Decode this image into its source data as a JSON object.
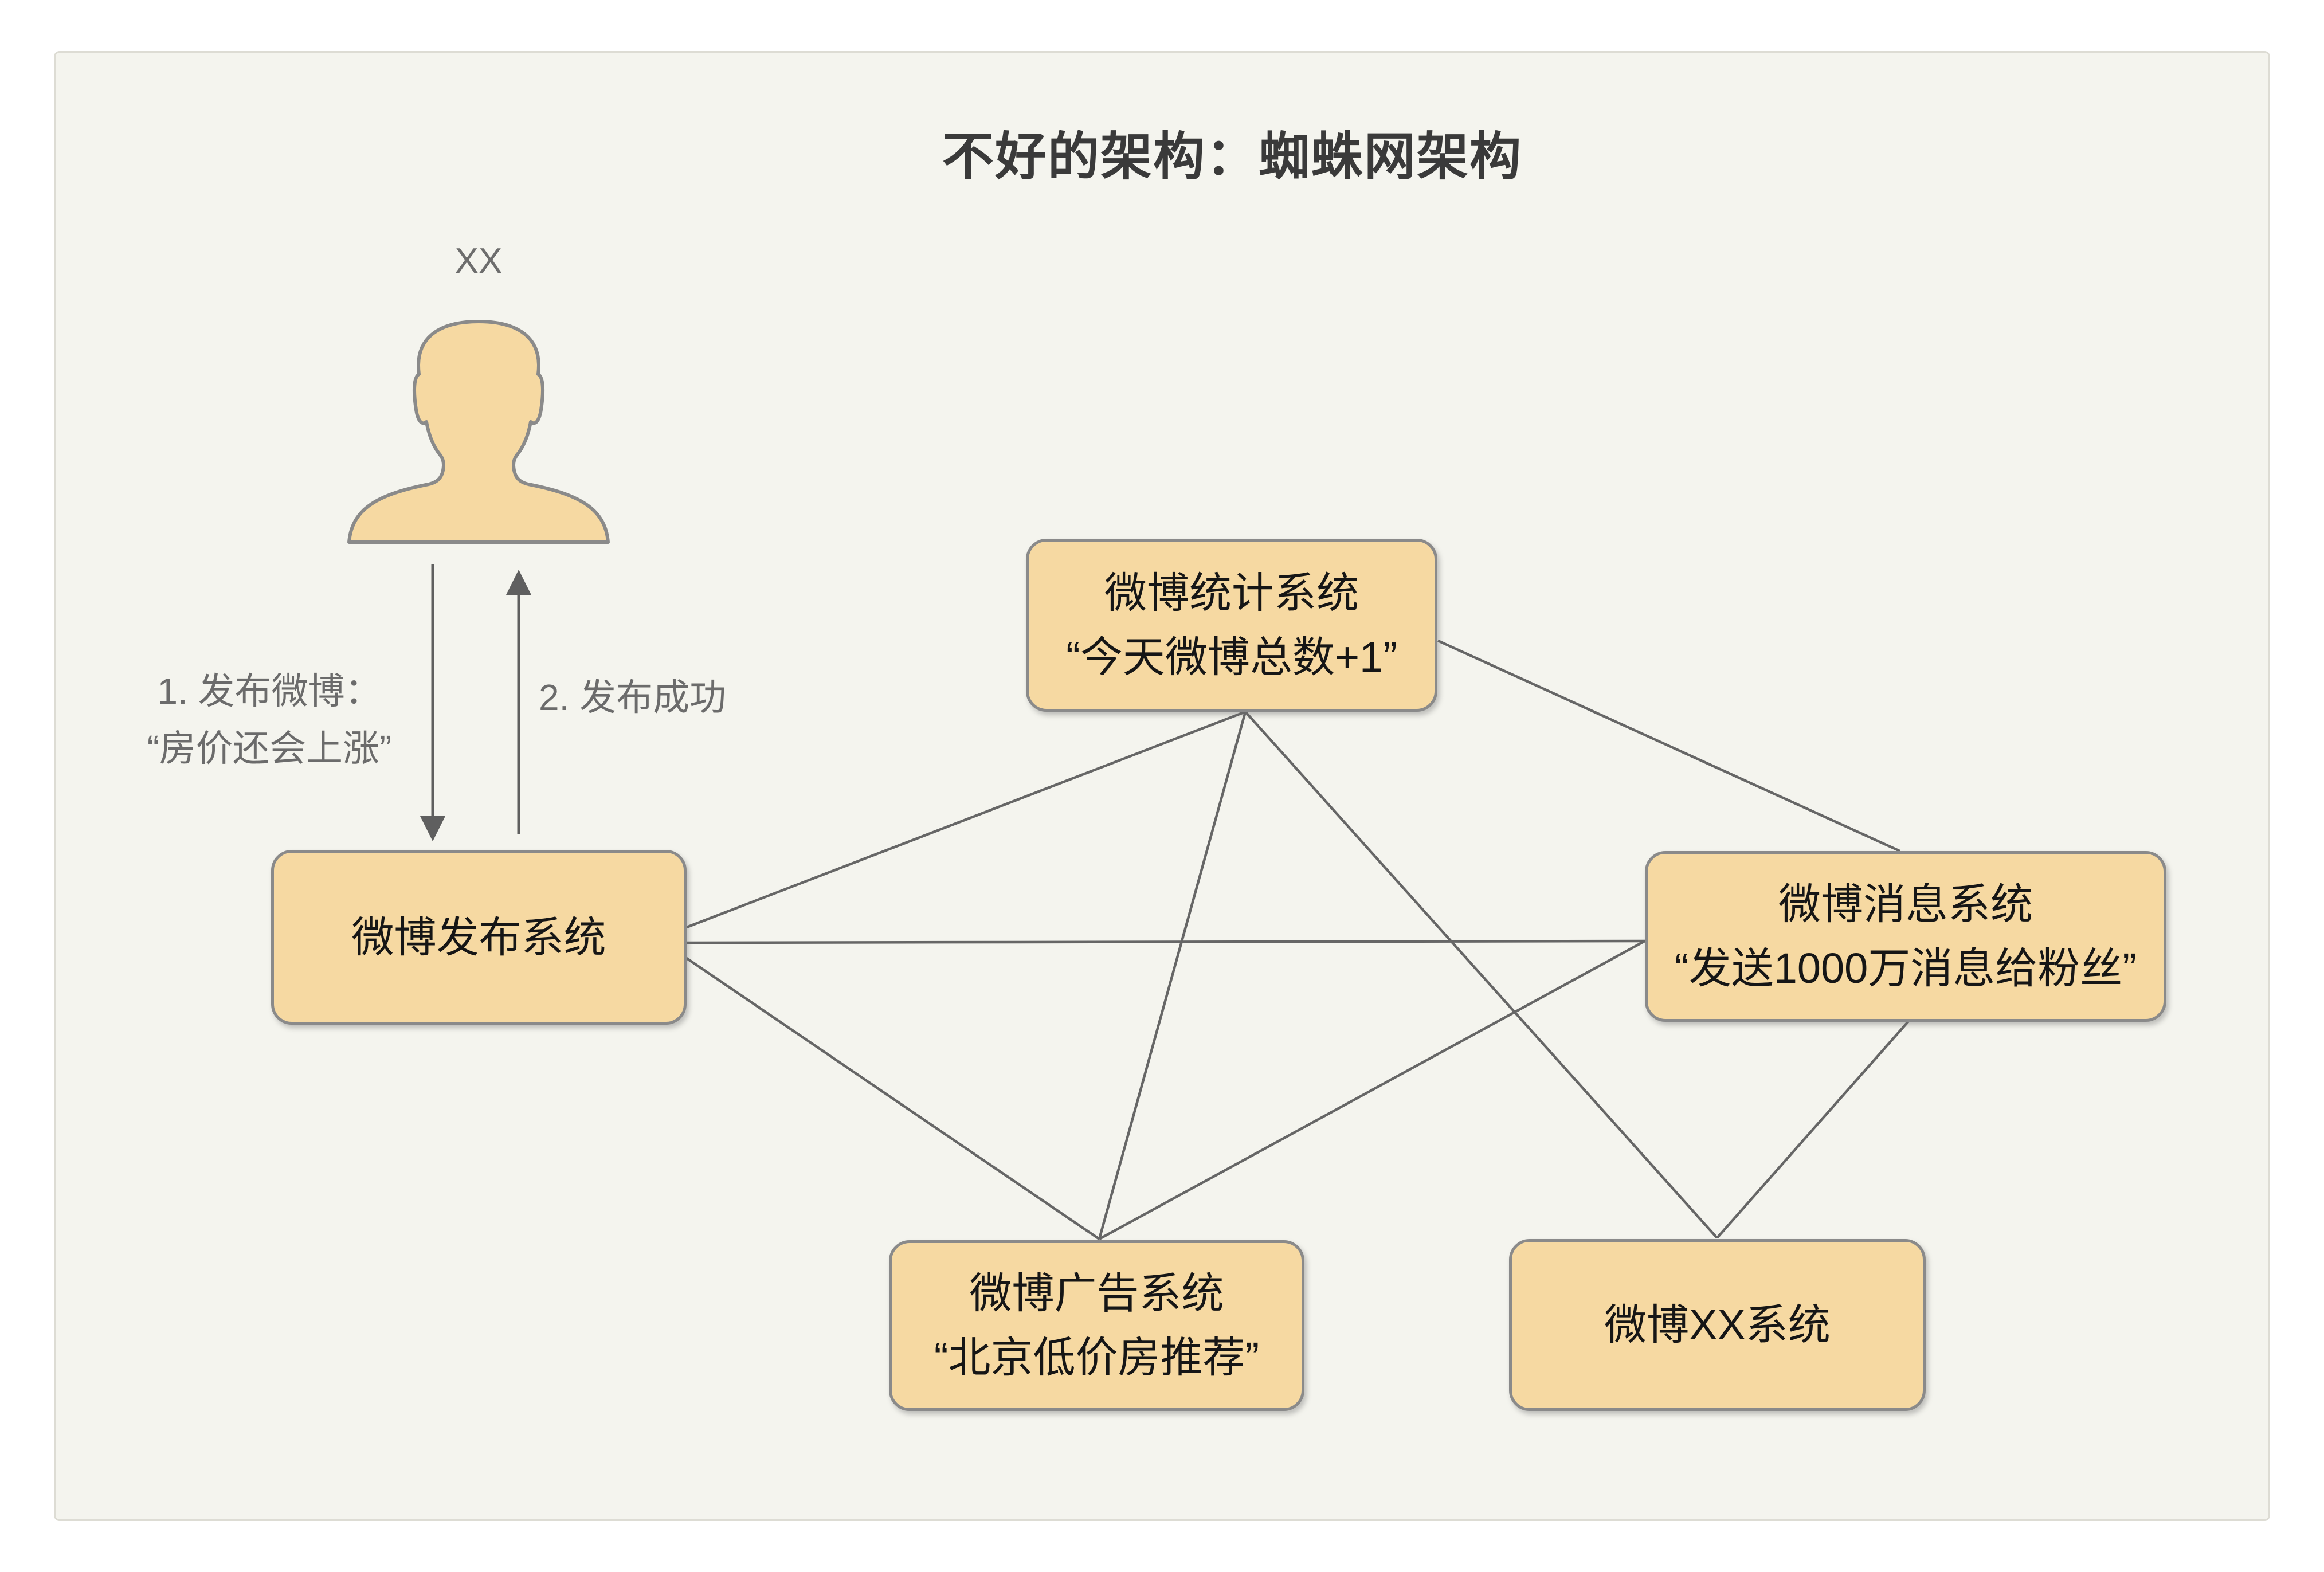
{
  "title": "不好的架构：蜘蛛网架构",
  "actor": {
    "name": "XX"
  },
  "interaction": {
    "request_line1": "1. 发布微博：",
    "request_line2": "“房价还会上涨”",
    "response": "2. 发布成功"
  },
  "nodes": {
    "publish": {
      "title": "微博发布系统",
      "subtitle": ""
    },
    "stats": {
      "title": "微博统计系统",
      "subtitle": "“今天微博总数+1”"
    },
    "message": {
      "title": "微博消息系统",
      "subtitle": "“发送1000万消息给粉丝”"
    },
    "ads": {
      "title": "微博广告系统",
      "subtitle": "“北京低价房推荐”"
    },
    "xx": {
      "title": "微博XX系统",
      "subtitle": ""
    }
  },
  "edges": [
    {
      "from": "publish",
      "to": "stats"
    },
    {
      "from": "publish",
      "to": "message"
    },
    {
      "from": "publish",
      "to": "ads"
    },
    {
      "from": "stats",
      "to": "message"
    },
    {
      "from": "stats",
      "to": "ads"
    },
    {
      "from": "stats",
      "to": "xx"
    },
    {
      "from": "message",
      "to": "ads"
    },
    {
      "from": "message",
      "to": "xx"
    }
  ],
  "colors": {
    "node_fill": "#f6d9a2",
    "node_border": "#8a8a8a",
    "edge_line": "#666666",
    "arrow": "#5f5f5f",
    "title_text": "#3a3a3a",
    "node_text": "#161616",
    "muted_text": "#6b6b6b",
    "canvas_bg": "#f4f4ee"
  }
}
